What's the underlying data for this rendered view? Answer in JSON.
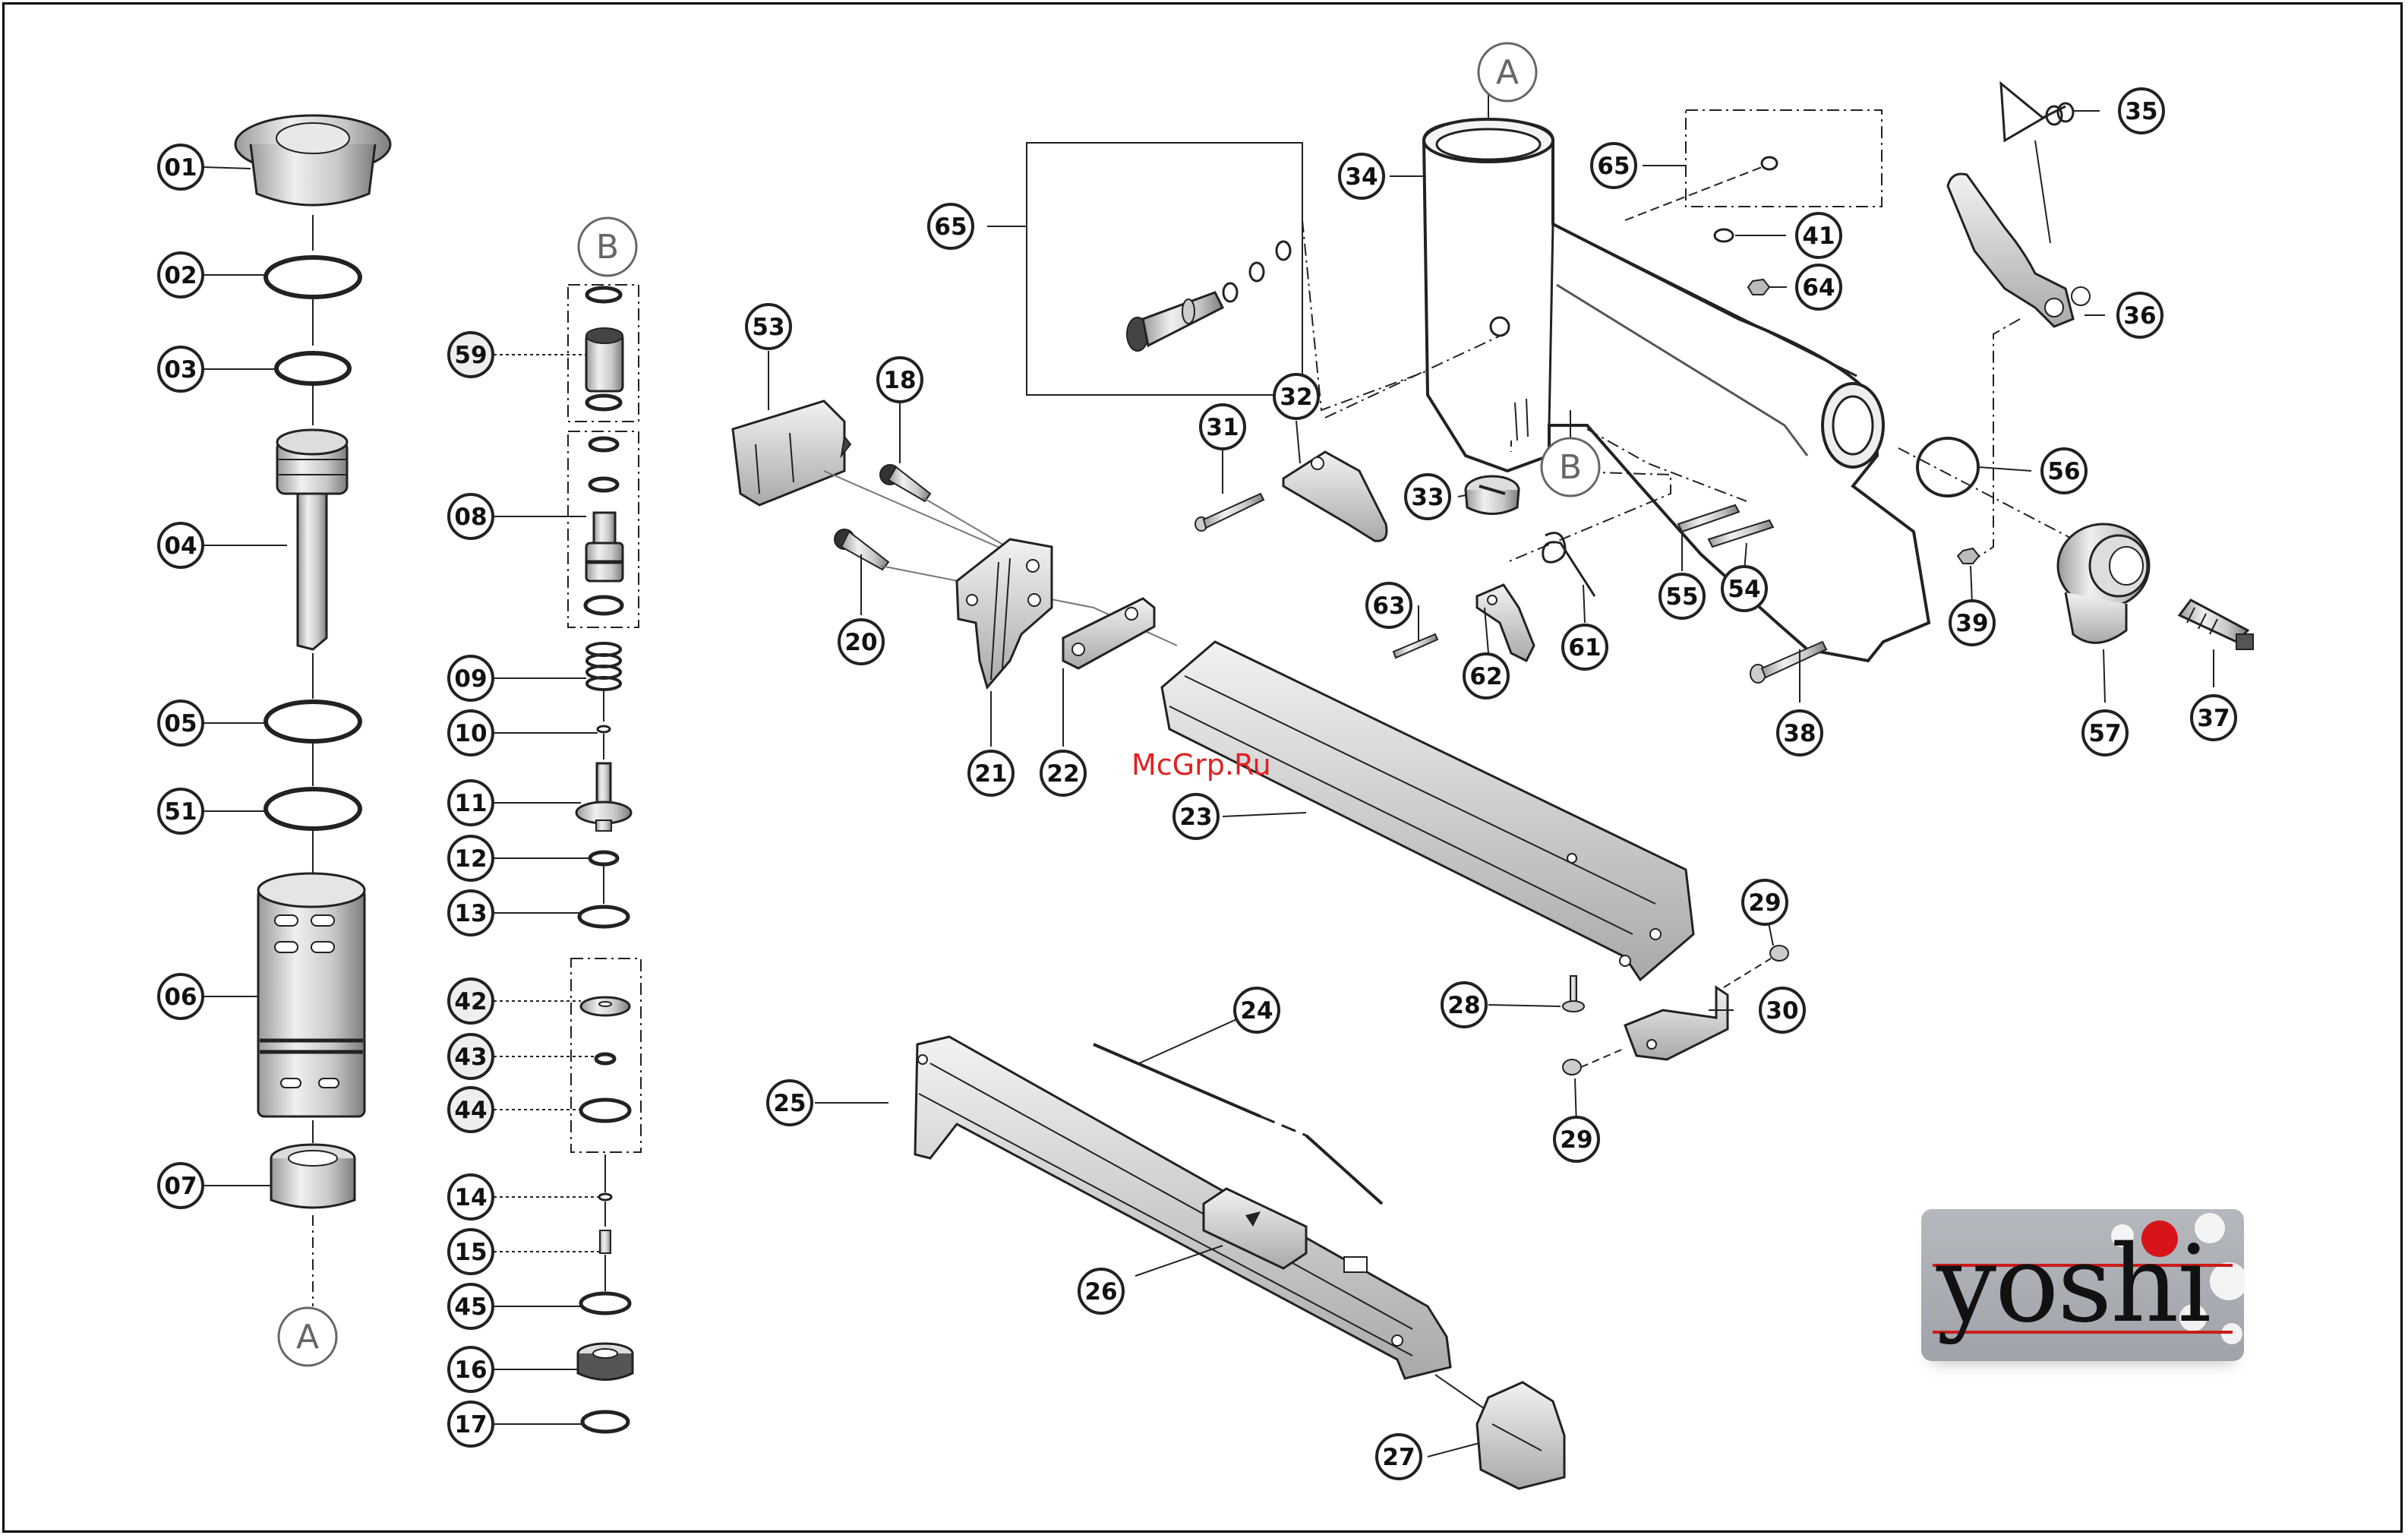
{
  "watermark": "McGrp.Ru",
  "logo": {
    "text": "yoshi",
    "accent_color": "#d8141b"
  },
  "callouts": [
    {
      "id": "c01",
      "label": "01",
      "style": "solid"
    },
    {
      "id": "c02",
      "label": "02",
      "style": "solid"
    },
    {
      "id": "c03",
      "label": "03",
      "style": "solid"
    },
    {
      "id": "c04",
      "label": "04",
      "style": "solid"
    },
    {
      "id": "c05",
      "label": "05",
      "style": "solid"
    },
    {
      "id": "c51",
      "label": "51",
      "style": "solid"
    },
    {
      "id": "c06",
      "label": "06",
      "style": "solid"
    },
    {
      "id": "c07",
      "label": "07",
      "style": "solid"
    },
    {
      "id": "cAleft",
      "label": "A",
      "style": "ref"
    },
    {
      "id": "cBtop",
      "label": "B",
      "style": "ref"
    },
    {
      "id": "c59",
      "label": "59",
      "style": "dotted"
    },
    {
      "id": "c08",
      "label": "08",
      "style": "solid"
    },
    {
      "id": "c09",
      "label": "09",
      "style": "solid"
    },
    {
      "id": "c10",
      "label": "10",
      "style": "solid"
    },
    {
      "id": "c11",
      "label": "11",
      "style": "solid"
    },
    {
      "id": "c12",
      "label": "12",
      "style": "solid"
    },
    {
      "id": "c13",
      "label": "13",
      "style": "solid"
    },
    {
      "id": "c42",
      "label": "42",
      "style": "dotted"
    },
    {
      "id": "c43",
      "label": "43",
      "style": "dotted"
    },
    {
      "id": "c44",
      "label": "44",
      "style": "dotted"
    },
    {
      "id": "c14",
      "label": "14",
      "style": "solid"
    },
    {
      "id": "c15",
      "label": "15",
      "style": "solid"
    },
    {
      "id": "c45",
      "label": "45",
      "style": "solid"
    },
    {
      "id": "c16",
      "label": "16",
      "style": "solid"
    },
    {
      "id": "c17",
      "label": "17",
      "style": "solid"
    },
    {
      "id": "c53",
      "label": "53",
      "style": "solid"
    },
    {
      "id": "c18",
      "label": "18",
      "style": "solid"
    },
    {
      "id": "c20",
      "label": "20",
      "style": "solid"
    },
    {
      "id": "c21",
      "label": "21",
      "style": "solid"
    },
    {
      "id": "c22",
      "label": "22",
      "style": "solid"
    },
    {
      "id": "c65a",
      "label": "65",
      "style": "solid"
    },
    {
      "id": "cAtop",
      "label": "A",
      "style": "ref"
    },
    {
      "id": "c34",
      "label": "34",
      "style": "solid"
    },
    {
      "id": "c65b",
      "label": "65",
      "style": "solid"
    },
    {
      "id": "c41",
      "label": "41",
      "style": "solid"
    },
    {
      "id": "c64",
      "label": "64",
      "style": "solid"
    },
    {
      "id": "c35",
      "label": "35",
      "style": "solid"
    },
    {
      "id": "c36",
      "label": "36",
      "style": "solid"
    },
    {
      "id": "c31",
      "label": "31",
      "style": "solid"
    },
    {
      "id": "c32",
      "label": "32",
      "style": "solid"
    },
    {
      "id": "c33",
      "label": "33",
      "style": "solid"
    },
    {
      "id": "cBmid",
      "label": "B",
      "style": "ref"
    },
    {
      "id": "c56",
      "label": "56",
      "style": "solid"
    },
    {
      "id": "c63",
      "label": "63",
      "style": "solid"
    },
    {
      "id": "c62",
      "label": "62",
      "style": "solid"
    },
    {
      "id": "c61",
      "label": "61",
      "style": "solid"
    },
    {
      "id": "c55",
      "label": "55",
      "style": "solid"
    },
    {
      "id": "c54",
      "label": "54",
      "style": "solid"
    },
    {
      "id": "c39",
      "label": "39",
      "style": "solid"
    },
    {
      "id": "c57",
      "label": "57",
      "style": "solid"
    },
    {
      "id": "c37",
      "label": "37",
      "style": "solid"
    },
    {
      "id": "c38",
      "label": "38",
      "style": "solid"
    },
    {
      "id": "c23",
      "label": "23",
      "style": "solid"
    },
    {
      "id": "c29a",
      "label": "29",
      "style": "solid"
    },
    {
      "id": "c28",
      "label": "28",
      "style": "solid"
    },
    {
      "id": "c30",
      "label": "30",
      "style": "solid"
    },
    {
      "id": "c29b",
      "label": "29",
      "style": "solid"
    },
    {
      "id": "c24",
      "label": "24",
      "style": "solid"
    },
    {
      "id": "c25",
      "label": "25",
      "style": "solid"
    },
    {
      "id": "c26",
      "label": "26",
      "style": "solid"
    },
    {
      "id": "c27",
      "label": "27",
      "style": "solid"
    }
  ]
}
